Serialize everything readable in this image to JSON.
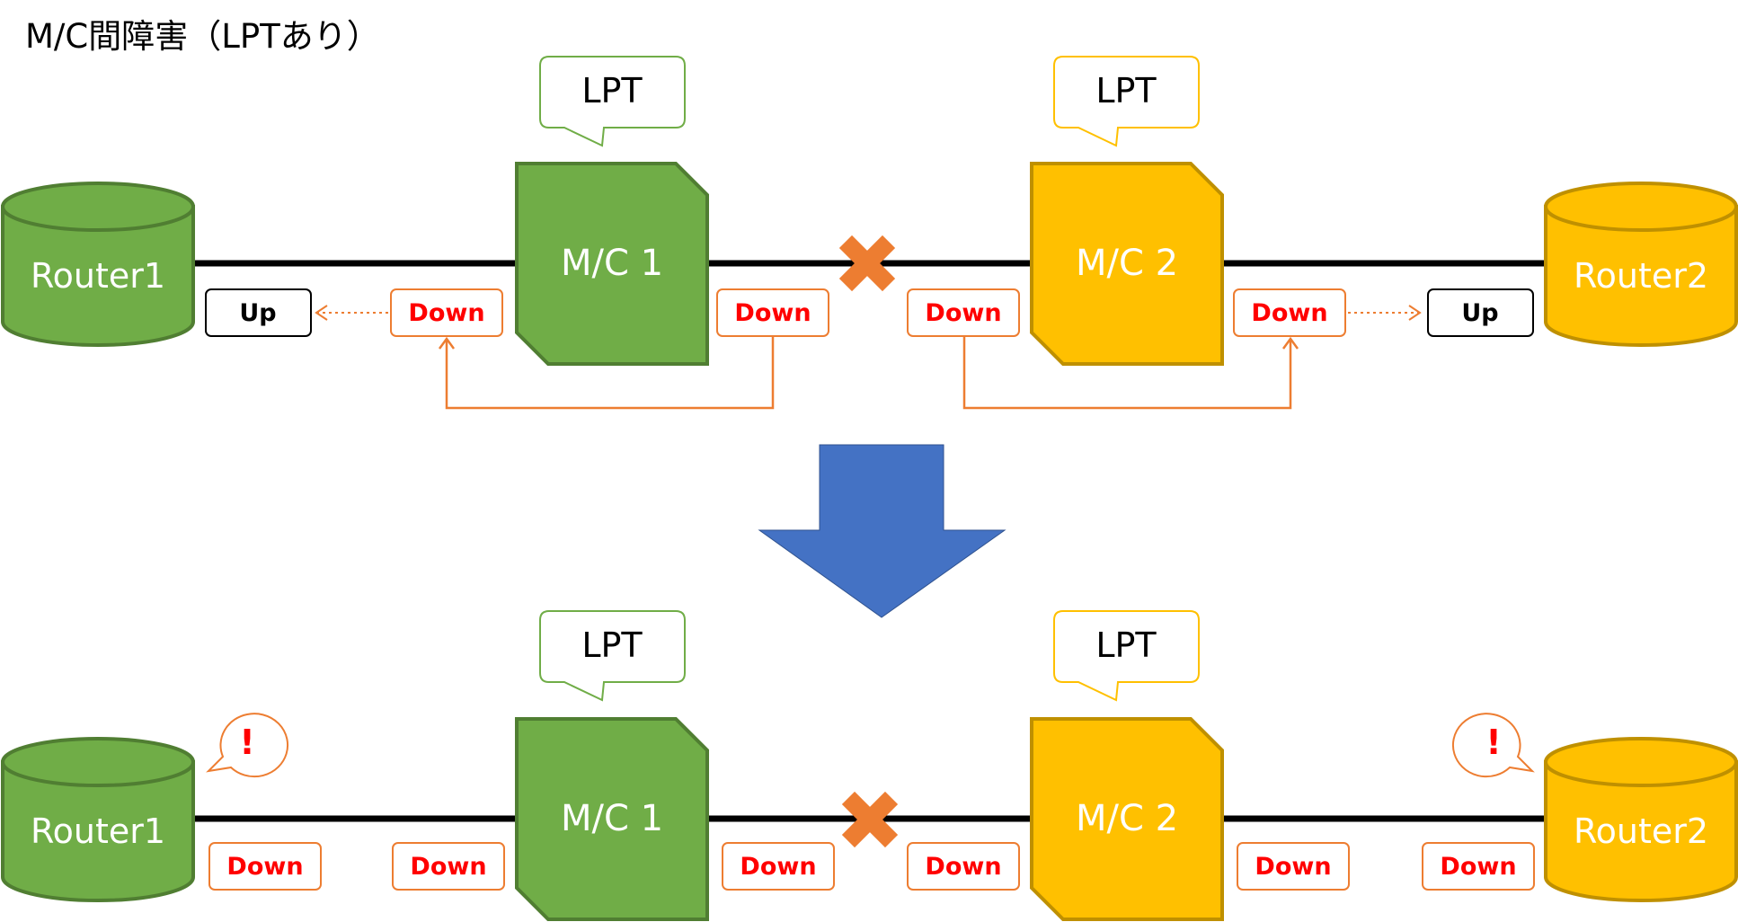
{
  "title": "M/C間障害（LPTあり）",
  "colors": {
    "green_fill": "#70ad47",
    "green_stroke": "#507e32",
    "yellow_fill": "#ffc000",
    "yellow_stroke": "#bf9000",
    "orange": "#ed7d31",
    "down_text": "#ff0000",
    "arrow_blue": "#4472c4",
    "line": "#000000"
  },
  "top": {
    "router1": "Router1",
    "router2": "Router2",
    "mc1": "M/C 1",
    "mc2": "M/C 2",
    "lpt1": "LPT",
    "lpt2": "LPT",
    "router1_status": "Up",
    "mc1_left_status": "Down",
    "mc1_right_status": "Down",
    "mc2_left_status": "Down",
    "mc2_right_status": "Down",
    "router2_status": "Up"
  },
  "bottom": {
    "router1": "Router1",
    "router2": "Router2",
    "mc1": "M/C 1",
    "mc2": "M/C 2",
    "lpt1": "LPT",
    "lpt2": "LPT",
    "router1_status": "Down",
    "mc1_left_status": "Down",
    "mc1_right_status": "Down",
    "mc2_left_status": "Down",
    "mc2_right_status": "Down",
    "router2_status": "Down",
    "alert1": "!",
    "alert2": "!"
  },
  "icons": {
    "failure": "x-mark-icon",
    "transition": "down-arrow-icon",
    "alert": "exclamation-bubble-icon"
  }
}
